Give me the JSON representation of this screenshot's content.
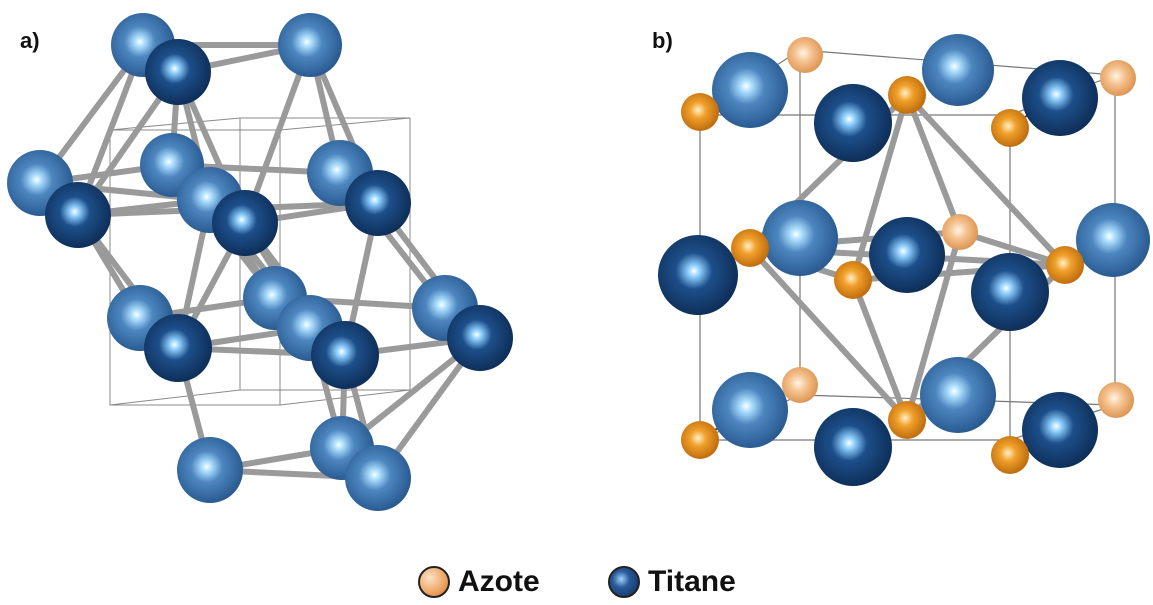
{
  "panels": {
    "a": {
      "label": "a)"
    },
    "b": {
      "label": "b)"
    }
  },
  "legend": {
    "items": [
      {
        "label": "Azote",
        "color": "#f0a868"
      },
      {
        "label": "Titane",
        "color": "#1b3f73"
      }
    ]
  },
  "colors": {
    "titane_light": "#3f78ad",
    "titane_dark": "#123a6b",
    "azote_light": "#f2b37a",
    "azote_dark": "#e08a1e",
    "bond": "#9a9a9a",
    "cell_edge": "#777777"
  }
}
